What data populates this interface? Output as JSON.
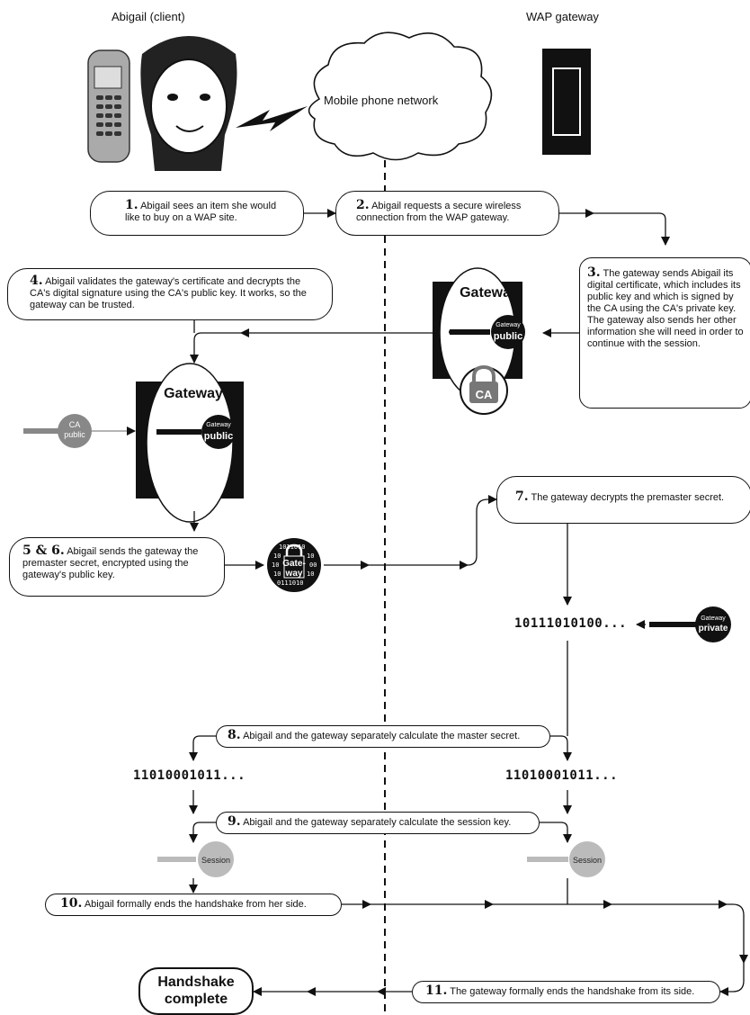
{
  "headers": {
    "client": "Abigail (client)",
    "gateway": "WAP gateway"
  },
  "cloud_label": "Mobile phone network",
  "steps": {
    "s1": {
      "num": "1.",
      "text": "Abigail sees an item she would like to buy on a WAP site."
    },
    "s2": {
      "num": "2.",
      "text": "Abigail requests a secure wireless connection from the WAP gateway."
    },
    "s3": {
      "num": "3.",
      "text": "The gateway sends Abigail its digital certificate, which includes its public key and which is signed by the CA using the CA's private key. The gateway also sends her other information she will need in order to continue with the session."
    },
    "s4": {
      "num": "4.",
      "text": "Abigail validates the gateway's certificate and decrypts the CA's digital signature using the CA's public key. It works, so the gateway can be trusted."
    },
    "s56": {
      "num": "5 & 6.",
      "text": "Abigail sends the gateway the premaster secret, encrypted using the gateway's public key."
    },
    "s7": {
      "num": "7.",
      "text": "The gateway decrypts the premaster secret."
    },
    "s8": {
      "num": "8.",
      "text": "Abigail and the gateway separately calculate the master secret."
    },
    "s9": {
      "num": "9.",
      "text": "Abigail and the gateway separately calculate the session key."
    },
    "s10": {
      "num": "10.",
      "text": "Abigail formally ends the handshake from her side."
    },
    "s11": {
      "num": "11.",
      "text": "The gateway formally ends the handshake from its side."
    }
  },
  "certificate": {
    "title": "Gateway",
    "key_label_small": "Gateway",
    "key_label": "public",
    "seal": "CA"
  },
  "ca_key": {
    "line1": "CA",
    "line2": "public"
  },
  "gateway_private_key": {
    "line1": "Gateway",
    "line2": "private"
  },
  "encrypted_token": {
    "line1": "Gate-",
    "line2": "way"
  },
  "binary": {
    "premaster": "10111010100...",
    "master_left": "11010001011...",
    "master_right": "11010001011..."
  },
  "session_key_label": "Session",
  "final": {
    "line1": "Handshake",
    "line2": "complete"
  }
}
